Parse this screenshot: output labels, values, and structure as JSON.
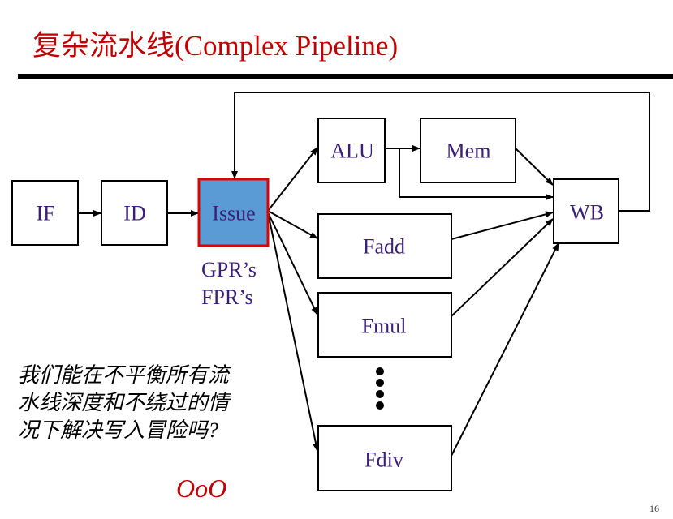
{
  "title": "复杂流水线(Complex Pipeline)",
  "stages": {
    "if": "IF",
    "id": "ID",
    "issue": "Issue",
    "alu": "ALU",
    "mem": "Mem",
    "fadd": "Fadd",
    "fmul": "Fmul",
    "fdiv": "Fdiv",
    "wb": "WB"
  },
  "registers": [
    "GPR’s",
    "FPR’s"
  ],
  "question_lines": [
    "我们能在不平衡所有流",
    "水线深度和不绕过的情",
    "况下解决写入冒险吗?"
  ],
  "answer": "OoO",
  "page_number": "16",
  "colors": {
    "title": "#c00000",
    "issue_fill": "#5b9bd5",
    "issue_border": "#e00000",
    "label": "#3b1e78",
    "answer": "#c00000"
  }
}
